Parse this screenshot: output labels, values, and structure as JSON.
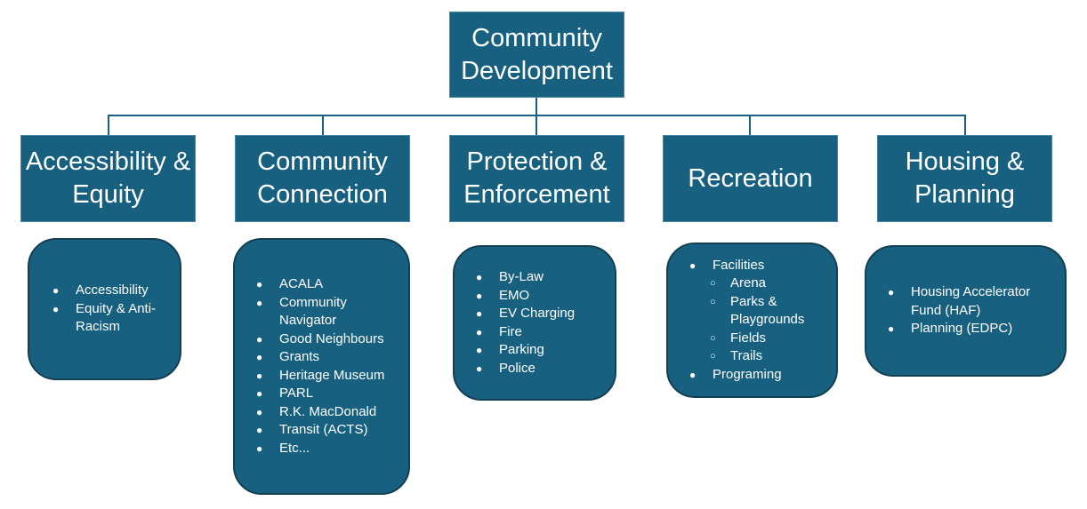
{
  "root": {
    "title": "Community Development"
  },
  "departments": [
    {
      "title": "Accessibility & Equity",
      "items": [
        {
          "label": "Accessibility"
        },
        {
          "label": "Equity & Anti-Racism"
        }
      ]
    },
    {
      "title": "Community Connection",
      "items": [
        {
          "label": "ACALA"
        },
        {
          "label": "Community Navigator"
        },
        {
          "label": "Good Neighbours"
        },
        {
          "label": "Grants"
        },
        {
          "label": "Heritage Museum"
        },
        {
          "label": "PARL"
        },
        {
          "label": "R.K. MacDonald"
        },
        {
          "label": "Transit (ACTS)"
        },
        {
          "label": "Etc..."
        }
      ]
    },
    {
      "title": "Protection & Enforcement",
      "items": [
        {
          "label": "By-Law"
        },
        {
          "label": "EMO"
        },
        {
          "label": "EV Charging"
        },
        {
          "label": "Fire"
        },
        {
          "label": "Parking"
        },
        {
          "label": "Police"
        }
      ]
    },
    {
      "title": "Recreation",
      "items": [
        {
          "label": "Facilities",
          "children": [
            {
              "label": "Arena"
            },
            {
              "label": "Parks & Playgrounds"
            },
            {
              "label": "Fields"
            },
            {
              "label": "Trails"
            }
          ]
        },
        {
          "label": "Programing"
        }
      ]
    },
    {
      "title": "Housing & Planning",
      "items": [
        {
          "label": "Housing Accelerator Fund (HAF)"
        },
        {
          "label": "Planning (EDPC)"
        }
      ]
    }
  ],
  "colors": {
    "box": "#17607f",
    "border": "#123f52",
    "text": "#ffffff"
  }
}
